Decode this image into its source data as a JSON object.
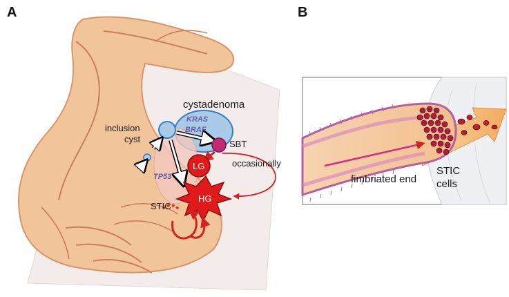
{
  "panels": {
    "a": {
      "letter": "A",
      "labels": {
        "cystadenoma": "cystadenoma",
        "kras": "KRAS",
        "braf": "BRAF",
        "inclusion_line1": "inclusion",
        "inclusion_line2": "cyst",
        "sbt": "SBT",
        "lg": "LG",
        "tp53": "TP53",
        "occasionally": "occasionally",
        "hg": "HG",
        "stic": "STIC"
      }
    },
    "b": {
      "letter": "B",
      "labels": {
        "fimbriated_end": "fimbriated end",
        "stic_line1": "STIC",
        "stic_line2": "cells"
      }
    }
  },
  "colors": {
    "tissue": "#f2c49a",
    "tissue_outline": "#d7956a",
    "cyst": "#a9cbe8",
    "cyst_outline": "#2f7fc1",
    "lesion_red": "#e11b1b",
    "sbt_magenta": "#c22b73",
    "cell_red": "#a8203a",
    "arrow_orange": "#f6b26b"
  }
}
